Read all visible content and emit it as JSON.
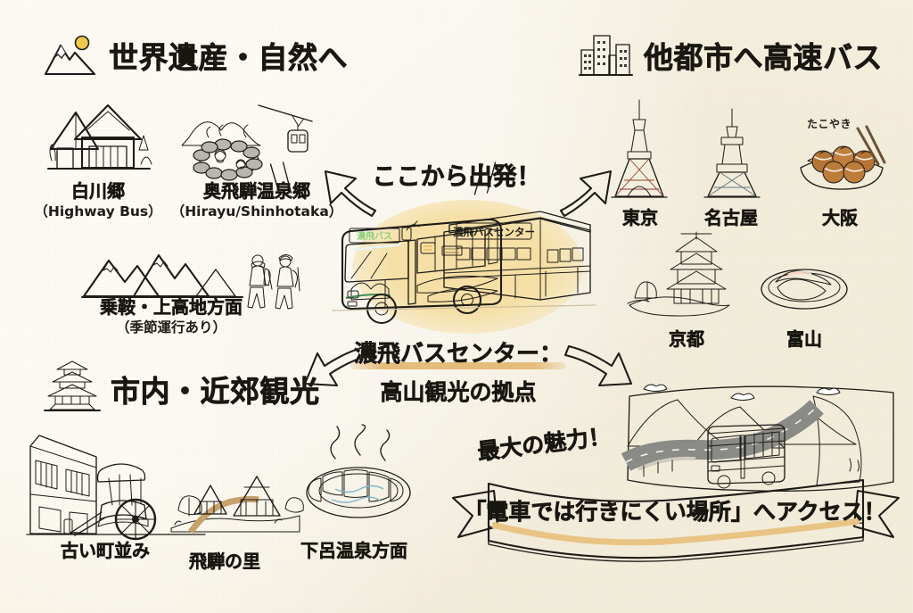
{
  "page": {
    "background_color": "#f8f3e5",
    "ink_color": "#1d1b17",
    "accent_arrow_color": "#e4705c",
    "accent_underline_color": "#e3b469",
    "highlight_glow_color": "#f6e0a6"
  },
  "sections": {
    "top_left": {
      "icon": "mountain-sun-icon",
      "title": "世界遺産・自然へ",
      "underline_color": "#e3b469",
      "items": [
        {
          "icon": "gassho-house-icon",
          "name": "白川郷",
          "sub": "（Highway Bus）"
        },
        {
          "icon": "onsen-ropeway-icon",
          "name": "奥飛騨温泉郷",
          "sub": "（Hirayu/Shinhotaka）"
        },
        {
          "icon": "alps-hikers-icon",
          "name": "乗鞍・上高地方面",
          "sub": "（季節運行あり）"
        }
      ]
    },
    "top_right": {
      "icon": "city-buildings-icon",
      "title": "他都市へ高速バス",
      "underline_color": "#e8ab68",
      "items": [
        {
          "icon": "tokyo-tower-icon",
          "name": "東京"
        },
        {
          "icon": "nagoya-tv-tower-icon",
          "name": "名古屋"
        },
        {
          "icon": "takoyaki-icon",
          "name": "大阪",
          "note": "たこやき"
        },
        {
          "icon": "kinkakuji-icon",
          "name": "京都"
        },
        {
          "icon": "sushi-icon",
          "name": "富山"
        }
      ]
    },
    "bottom_left": {
      "icon": "castle-icon",
      "title": "市内・近郊観光",
      "underline_color": "#e3b469",
      "items": [
        {
          "icon": "old-townscape-rickshaw-icon",
          "name": "古い町並み"
        },
        {
          "icon": "hida-folk-village-icon",
          "name": "飛騨の里"
        },
        {
          "icon": "gero-onsen-icon",
          "name": "下呂温泉方面"
        }
      ]
    }
  },
  "center": {
    "start_label": "ここから出発！",
    "illustration": "nohi-bus-and-terminal-illustration",
    "bus_destination_sign": "濃飛バス",
    "building_sign": "濃飛バスセンター",
    "title_line1": "濃飛バスセンター：",
    "title_line2": "高山観光の拠点"
  },
  "highlight": {
    "charm_label": "最大の魅力！",
    "scene": "mountain-road-bus-illustration",
    "banner_text": "「電車では行きにくい場所」へアクセス！",
    "banner_fill": "#faf5e6",
    "banner_edge": "#e9c484"
  },
  "arrows": [
    {
      "name": "arrow-to-top-left",
      "direction": "up-left"
    },
    {
      "name": "arrow-to-top-right",
      "direction": "up-right"
    },
    {
      "name": "arrow-to-bottom-left",
      "direction": "down-left"
    },
    {
      "name": "arrow-to-bottom-right",
      "direction": "down-right"
    }
  ]
}
